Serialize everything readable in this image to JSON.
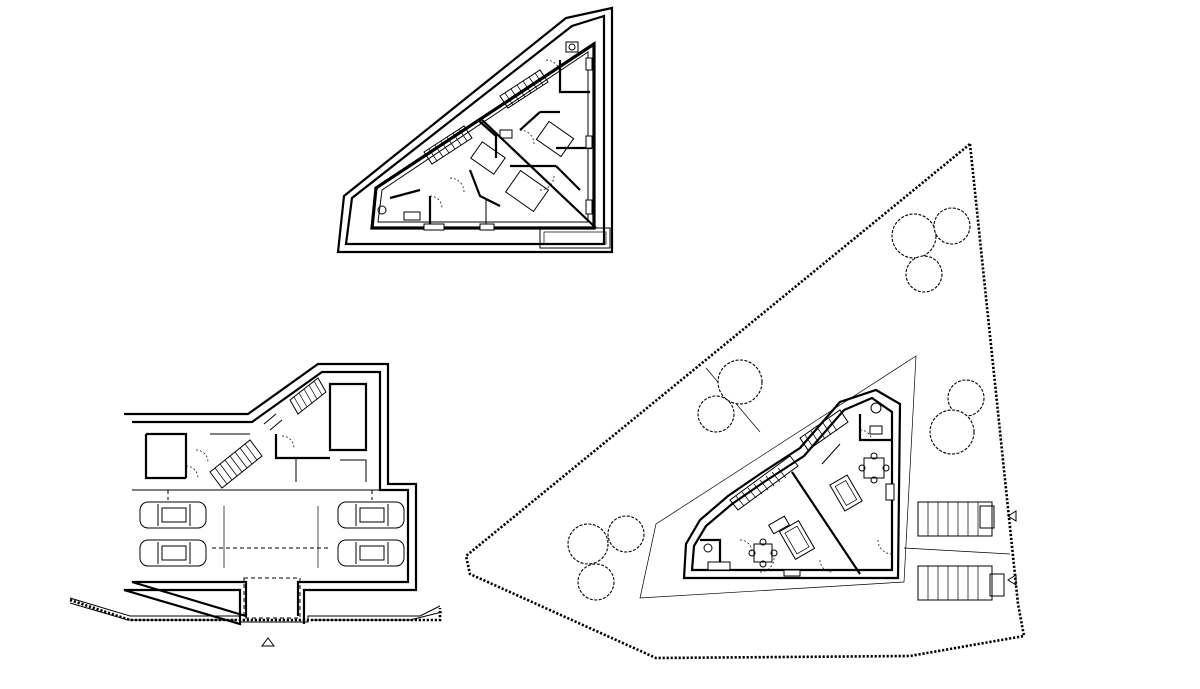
{
  "drawings": [
    {
      "id": "upper-floor-plan",
      "kind": "floor-plan"
    },
    {
      "id": "basement-garage-plan",
      "kind": "floor-plan"
    },
    {
      "id": "site-plan",
      "kind": "site-plan"
    }
  ],
  "colors": {
    "line": "#000000",
    "background": "#ffffff"
  },
  "icons": [
    "entrance-triangle-icon",
    "tree-icon",
    "car-icon",
    "table-icon",
    "sofa-icon"
  ]
}
